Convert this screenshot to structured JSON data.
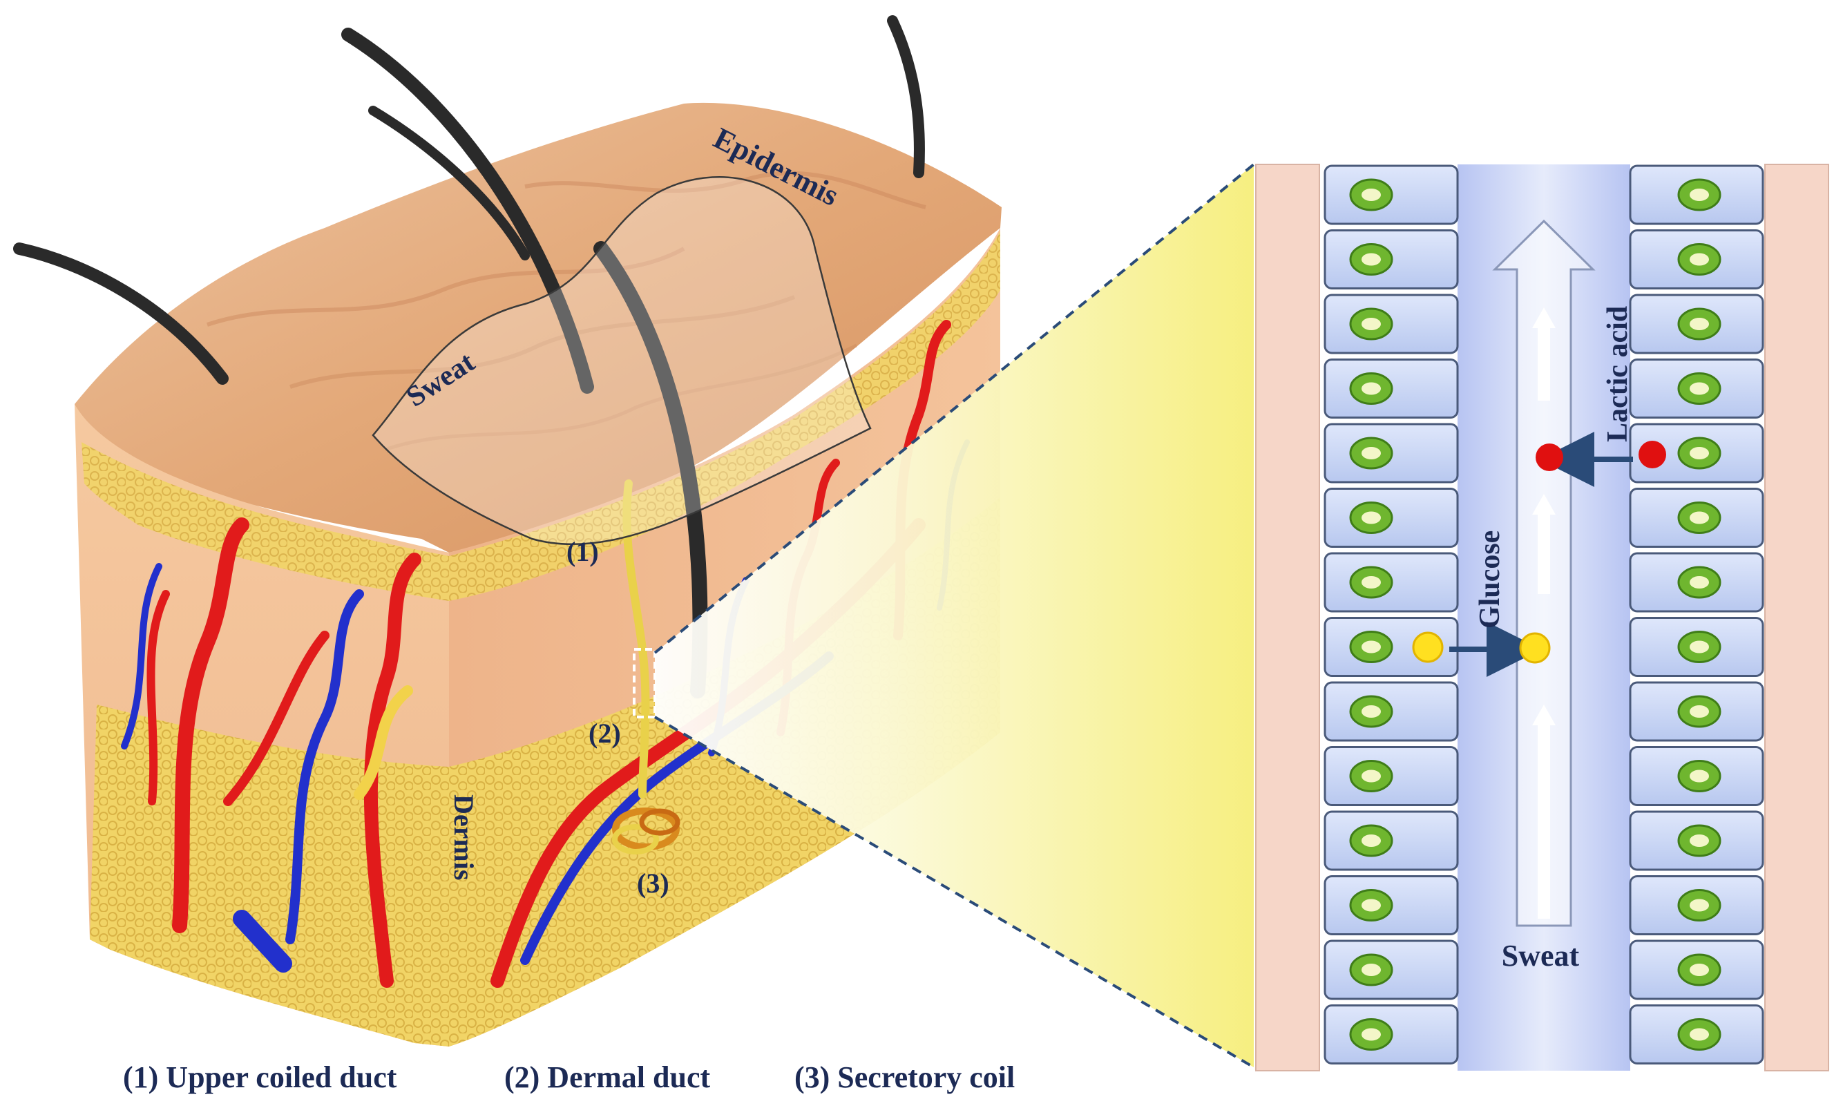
{
  "labels": {
    "epidermis": "Epidermis",
    "sweat_film": "Sweat",
    "dermis": "Dermis",
    "marker_1": "(1)",
    "marker_2": "(2)",
    "marker_3": "(3)",
    "glucose": "Glucose",
    "lactic_acid": "Lactic acid",
    "duct_sweat": "Sweat"
  },
  "caption": {
    "item_1": "(1) Upper coiled duct",
    "item_2": "(2) Dermal duct",
    "item_3": "(3) Secretory coil"
  },
  "colors": {
    "label_text": "#1c2a55",
    "skin_top": "#e3a878",
    "skin_side": "#f2b991",
    "fat_layer": "#f0d160",
    "artery": "#e11b1b",
    "vein": "#2230cc",
    "duct_channel": "#aab8f0",
    "cell_fill": "#cfdaf6",
    "nucleus": "#6fb62f",
    "glucose_dot": "#ffe020",
    "lactate_dot": "#e01010",
    "transport_arrow": "#2a4b78",
    "tissue_band": "#f6d6c8"
  }
}
